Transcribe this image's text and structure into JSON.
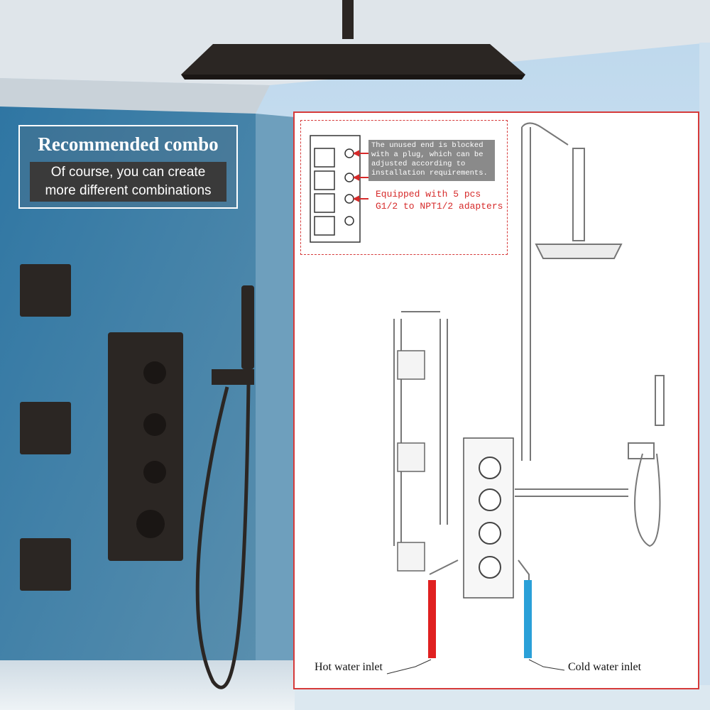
{
  "badge": {
    "title": "Recommended combo",
    "subtitle_line1": "Of course, you can create",
    "subtitle_line2": "more different combinations"
  },
  "diagram": {
    "note_plug": "The unused end is blocked with a plug, which can be adjusted according to installation requirements.",
    "note_adapters": "Equipped with 5 pcs G1/2 to NPT1/2 adapters",
    "hot_inlet": "Hot water inlet",
    "cold_inlet": "Cold water inlet"
  },
  "colors": {
    "wall": "#3f7fa6",
    "fixture": "#2b2623",
    "accent": "#d63a3a",
    "hot": "#e02020",
    "cold": "#2aa0d8"
  }
}
